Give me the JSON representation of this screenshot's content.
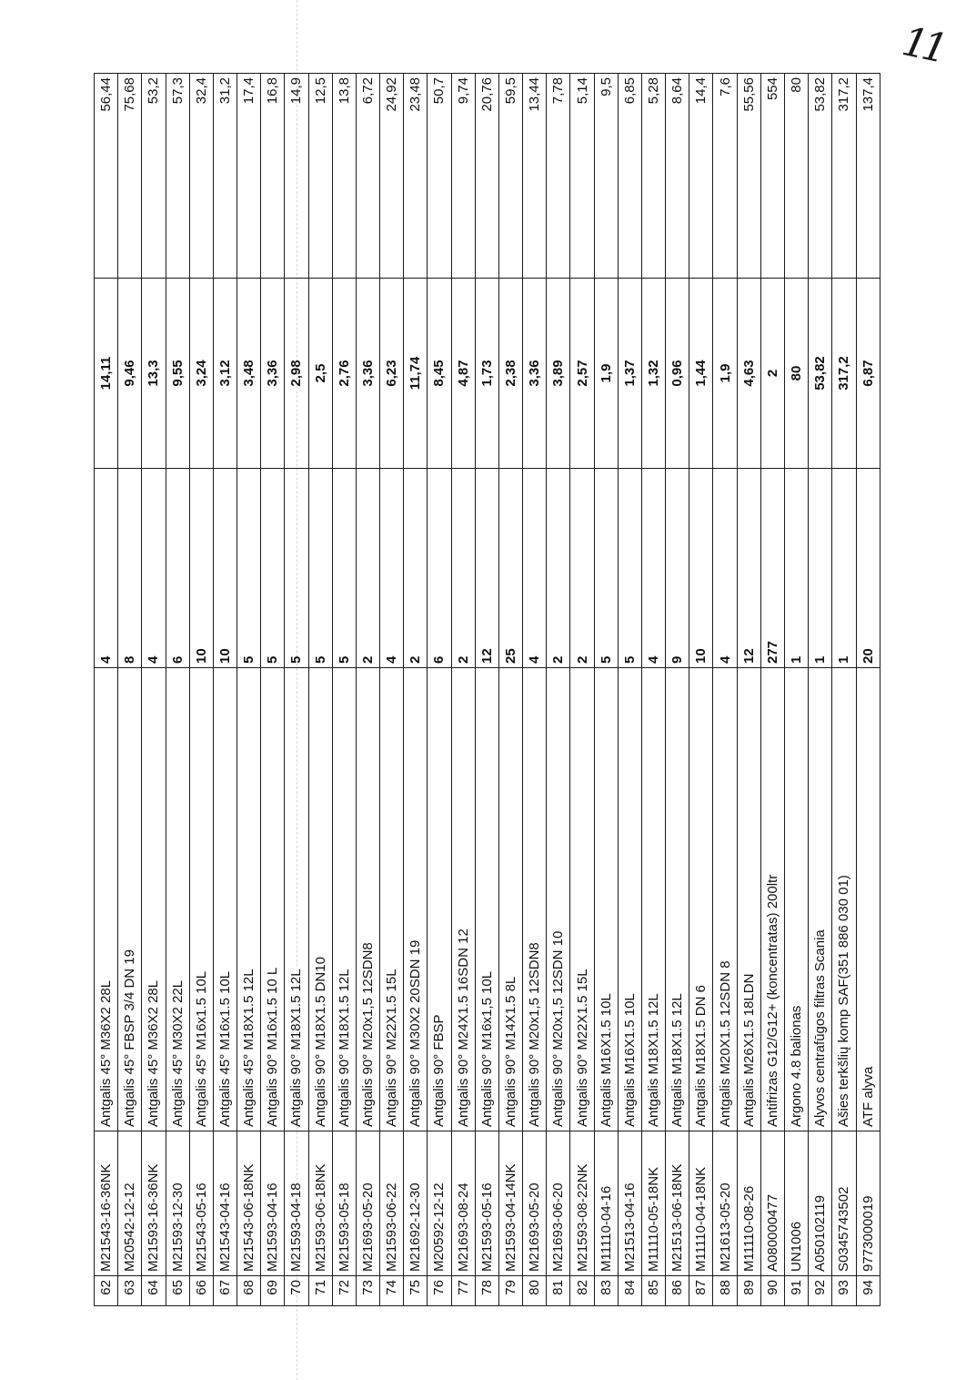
{
  "page_mark": "11",
  "rows": [
    {
      "no": "62",
      "code": "M21543-16-36NK",
      "name": "Antgalis 45° M36X2 28L",
      "qty": "4",
      "price": "14,11",
      "total": "56,44"
    },
    {
      "no": "63",
      "code": "M20542-12-12",
      "name": "Antgalis 45° FBSP 3/4 DN 19",
      "qty": "8",
      "price": "9,46",
      "total": "75,68"
    },
    {
      "no": "64",
      "code": "M21593-16-36NK",
      "name": "Antgalis 45° M36X2 28L",
      "qty": "4",
      "price": "13,3",
      "total": "53,2"
    },
    {
      "no": "65",
      "code": "M21593-12-30",
      "name": "Antgalis 45° M30X2 22L",
      "qty": "6",
      "price": "9,55",
      "total": "57,3"
    },
    {
      "no": "66",
      "code": "M21543-05-16",
      "name": "Antgalis 45° M16x1.5 10L",
      "qty": "10",
      "price": "3,24",
      "total": "32,4"
    },
    {
      "no": "67",
      "code": "M21543-04-16",
      "name": "Antgalis 45° M16x1.5 10L",
      "qty": "10",
      "price": "3,12",
      "total": "31,2"
    },
    {
      "no": "68",
      "code": "M21543-06-18NK",
      "name": "Antgalis 45° M18X1.5 12L",
      "qty": "5",
      "price": "3,48",
      "total": "17,4"
    },
    {
      "no": "69",
      "code": "M21593-04-16",
      "name": "Antgalis 90° M16x1.5 10 L",
      "qty": "5",
      "price": "3,36",
      "total": "16,8"
    },
    {
      "no": "70",
      "code": "M21593-04-18",
      "name": "Antgalis 90° M18X1.5 12L",
      "qty": "5",
      "price": "2,98",
      "total": "14,9"
    },
    {
      "no": "71",
      "code": "M21593-06-18NK",
      "name": "Antgalis 90° M18X1.5 DN10",
      "qty": "5",
      "price": "2,5",
      "total": "12,5"
    },
    {
      "no": "72",
      "code": "M21593-05-18",
      "name": "Antgalis 90° M18X1.5 12L",
      "qty": "5",
      "price": "2,76",
      "total": "13,8"
    },
    {
      "no": "73",
      "code": "M21693-05-20",
      "name": "Antgalis 90° M20x1,5 12SDN8",
      "qty": "2",
      "price": "3,36",
      "total": "6,72"
    },
    {
      "no": "74",
      "code": "M21593-06-22",
      "name": "Antgalis 90° M22X1.5 15L",
      "qty": "4",
      "price": "6,23",
      "total": "24,92"
    },
    {
      "no": "75",
      "code": "M21692-12-30",
      "name": "Antgalis 90° M30X2 20SDN 19",
      "qty": "2",
      "price": "11,74",
      "total": "23,48"
    },
    {
      "no": "76",
      "code": "M20592-12-12",
      "name": "Antgalis 90° FBSP",
      "qty": "6",
      "price": "8,45",
      "total": "50,7"
    },
    {
      "no": "77",
      "code": "M21693-08-24",
      "name": "Antgalis 90° M24X1.5 16SDN 12",
      "qty": "2",
      "price": "4,87",
      "total": "9,74"
    },
    {
      "no": "78",
      "code": "M21593-05-16",
      "name": "Antgalis 90° M16x1,5 10L",
      "qty": "12",
      "price": "1,73",
      "total": "20,76"
    },
    {
      "no": "79",
      "code": "M21593-04-14NK",
      "name": "Antgalis 90° M14X1.5 8L",
      "qty": "25",
      "price": "2,38",
      "total": "59,5"
    },
    {
      "no": "80",
      "code": "M21693-05-20",
      "name": "Antgalis 90° M20x1,5 12SDN8",
      "qty": "4",
      "price": "3,36",
      "total": "13,44"
    },
    {
      "no": "81",
      "code": "M21693-06-20",
      "name": "Antgalis 90° M20x1,5 12SDN 10",
      "qty": "2",
      "price": "3,89",
      "total": "7,78"
    },
    {
      "no": "82",
      "code": "M21593-08-22NK",
      "name": "Antgalis 90° M22X1.5 15L",
      "qty": "2",
      "price": "2,57",
      "total": "5,14"
    },
    {
      "no": "83",
      "code": "M11110-04-16",
      "name": "Antgalis M16X1.5 10L",
      "qty": "5",
      "price": "1,9",
      "total": "9,5"
    },
    {
      "no": "84",
      "code": "M21513-04-16",
      "name": "Antgalis M16X1.5 10L",
      "qty": "5",
      "price": "1,37",
      "total": "6,85"
    },
    {
      "no": "85",
      "code": "M11110-05-18NK",
      "name": "Antgalis M18X1.5 12L",
      "qty": "4",
      "price": "1,32",
      "total": "5,28"
    },
    {
      "no": "86",
      "code": "M21513-06-18NK",
      "name": "Antgalis M18X1.5 12L",
      "qty": "9",
      "price": "0,96",
      "total": "8,64"
    },
    {
      "no": "87",
      "code": "M11110-04-18NK",
      "name": "Antgalis M18X1.5 DN 6",
      "qty": "10",
      "price": "1,44",
      "total": "14,4"
    },
    {
      "no": "88",
      "code": "M21613-05-20",
      "name": "Antgalis M20X1.5 12SDN 8",
      "qty": "4",
      "price": "1,9",
      "total": "7,6"
    },
    {
      "no": "89",
      "code": "M11110-08-26",
      "name": "Antgalis M26X1.5 18LDN",
      "qty": "12",
      "price": "4,63",
      "total": "55,56"
    },
    {
      "no": "90",
      "code": "A080000477",
      "name": "Antifrizas G12/G12+ (koncentratas) 200ltr",
      "qty": "277",
      "price": "2",
      "total": "554"
    },
    {
      "no": "91",
      "code": "UN1006",
      "name": "Argono 4.8 balionas",
      "qty": "1",
      "price": "80",
      "total": "80"
    },
    {
      "no": "92",
      "code": "A050102119",
      "name": "Alyvos centrafūgos filtras Scania",
      "qty": "1",
      "price": "53,82",
      "total": "53,82"
    },
    {
      "no": "93",
      "code": "S0345743502",
      "name": "Ašies terkšlių komp SAF(351 886 030 01)",
      "qty": "1",
      "price": "317,2",
      "total": "317,2"
    },
    {
      "no": "94",
      "code": "9773000019",
      "name": "ATF alyva",
      "qty": "20",
      "price": "6,87",
      "total": "137,4"
    }
  ]
}
